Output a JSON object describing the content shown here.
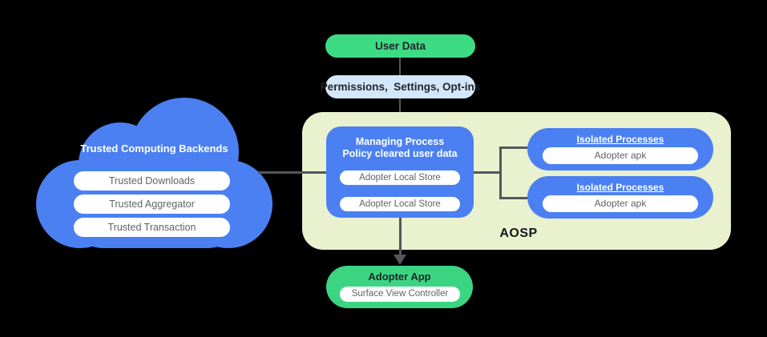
{
  "flow": {
    "user_data": "User Data",
    "permissions": "Permissions,  Settings, Opt-ins"
  },
  "cloud": {
    "title": "Trusted Computing Backends",
    "items": [
      "Trusted Downloads",
      "Trusted Aggregator",
      "Trusted Transaction"
    ]
  },
  "aosp": {
    "label": "AOSP",
    "managing_process": {
      "title_line1": "Managing Process",
      "title_line2": "Policy cleared user data",
      "stores": [
        "Adopter Local Store",
        "Adopter Local Store"
      ]
    },
    "isolated_processes": [
      {
        "title": "Isolated Processes",
        "apk": "Adopter apk"
      },
      {
        "title": "Isolated Processes",
        "apk": "Adopter apk"
      }
    ]
  },
  "adopter_app": {
    "title": "Adopter App",
    "controller": "Surface View Controller"
  },
  "colors": {
    "background": "#000000",
    "blue": "#4B80F2",
    "green": "#3DDC84",
    "light_blue": "#D3E6FA",
    "aosp_background": "#E9F1CE",
    "connector": "#54575C",
    "pill_text": "#5F6368",
    "dark_text": "#1F2328"
  }
}
